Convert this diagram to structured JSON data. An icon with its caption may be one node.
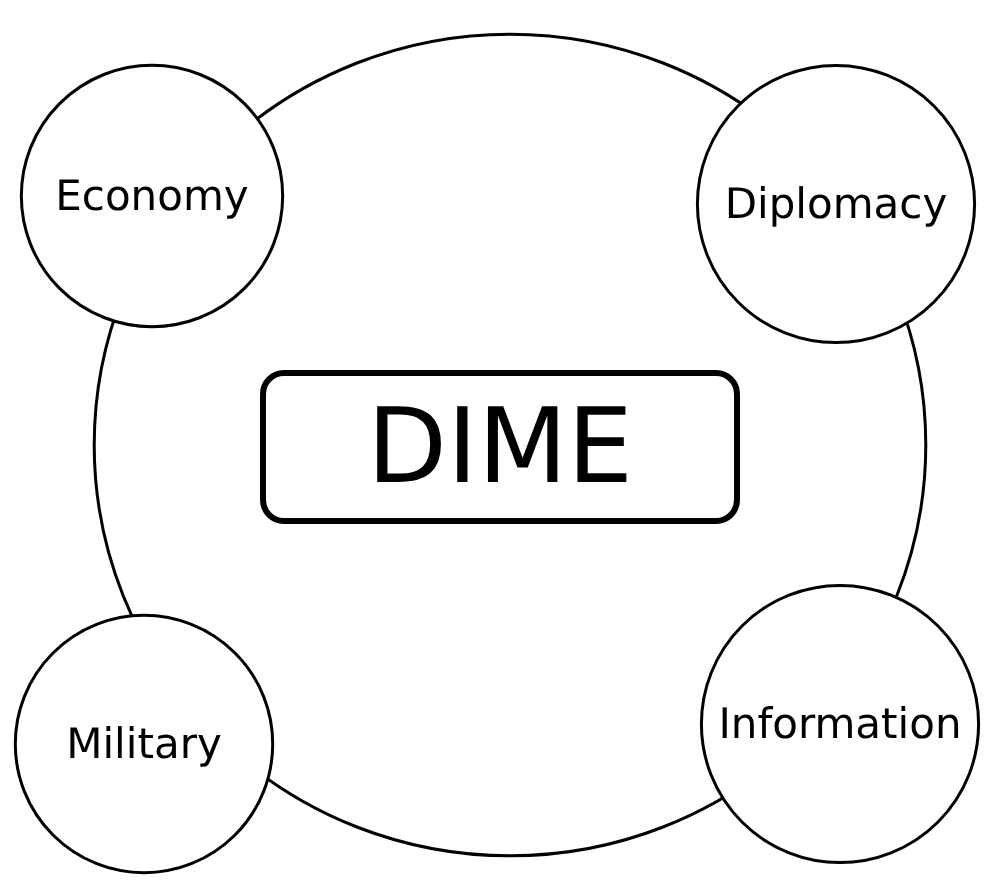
{
  "diagram": {
    "nodes": [
      {
        "text": [],
        "shape": "circle"
      },
      {
        "text": [
          "Economy"
        ]
      },
      {
        "text": [
          "Diplomacy"
        ]
      },
      {
        "text": [
          "DIME"
        ],
        "in": 0
      },
      {
        "text": [
          "Military"
        ]
      },
      {
        "text": [
          "Information"
        ]
      }
    ]
  }
}
